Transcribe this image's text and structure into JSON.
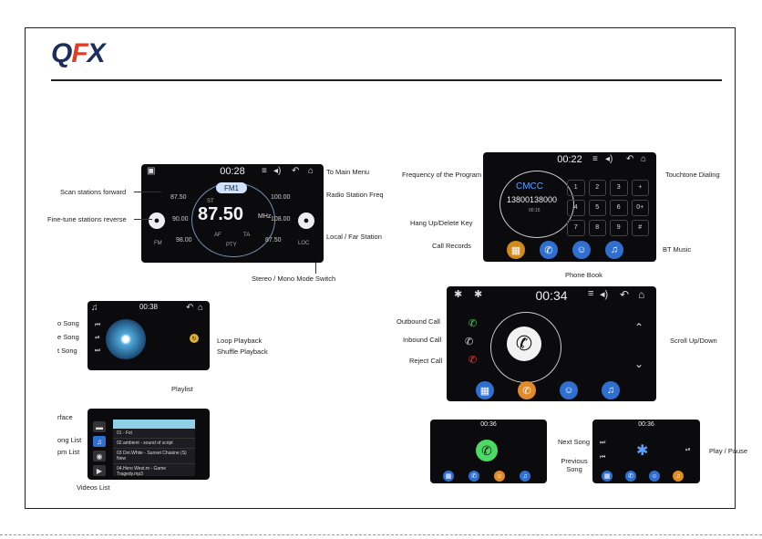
{
  "logo": {
    "text_q": "Q",
    "text_f": "F",
    "text_x": "X"
  },
  "radio_screen": {
    "time": "00:28",
    "band": "FM1",
    "frequency": "87.50",
    "unit": "MHz",
    "preset_left": [
      "87.50",
      "90.00",
      "98.00"
    ],
    "preset_right": [
      "100.00",
      "108.00",
      "87.50"
    ],
    "band_label": "FM",
    "local_label": "LOC",
    "small_labels": [
      "ST",
      "AF",
      "TA",
      "PTY"
    ],
    "labels": {
      "scan_forward": "Scan stations forward",
      "fine_tune_reverse": "Fine-tune stations reverse",
      "to_main_menu": "To Main Menu",
      "radio_station_freq": "Radio Station Freq",
      "local_far": "Local / Far Station",
      "stereo_mono": "Stereo / Mono Mode Switch"
    }
  },
  "phone_screen": {
    "time": "00:22",
    "name": "CMCC",
    "number": "13800138000",
    "subtext": "00:15",
    "keys": [
      "1",
      "2",
      "3",
      "+",
      "4",
      "5",
      "6",
      "0+",
      "7",
      "8",
      "9",
      "#"
    ],
    "labels": {
      "frequency_program": "Frequency of the Program",
      "touchtone": "Touchtone Dialing",
      "hangup": "Hang Up/Delete Key",
      "call_records": "Call Records",
      "bt_music": "BT Music",
      "phone_book": "Phone Book"
    }
  },
  "music_screen": {
    "time": "00:38",
    "labels": {
      "prev_song": "o Song",
      "play_song": "e Song",
      "next_song": "t Song",
      "loop": "Loop Playback",
      "shuffle": "Shuffle Playback",
      "playlist": "Playlist"
    }
  },
  "playlist_screen": {
    "items": [
      "01 - Fst",
      "02.ambient - sound of script",
      "03 Dot.White - Sunset Chasine (S) New",
      "04.Hero West.m - Game Tragedy.mp3"
    ],
    "labels": {
      "interface": "rface",
      "song_list": "ong List",
      "album_list": "pm List",
      "videos_list": "Videos List"
    }
  },
  "call_screen": {
    "time": "00:34",
    "labels": {
      "outbound": "Outbound Call",
      "inbound": "Inbound Call",
      "reject": "Reject Call",
      "scroll": "Scroll Up/Down"
    }
  },
  "bt_small": {
    "time_a": "00:36",
    "time_b": "00:36",
    "labels": {
      "next_song": "Next Song",
      "previous_song": "Previous Song",
      "play_pause": "Play / Pause"
    }
  },
  "colors": {
    "brand_red": "#e23c25",
    "brand_navy": "#1c2e5c",
    "accent_blue": "#2f6fd0",
    "accent_orange": "#e08a2a"
  }
}
